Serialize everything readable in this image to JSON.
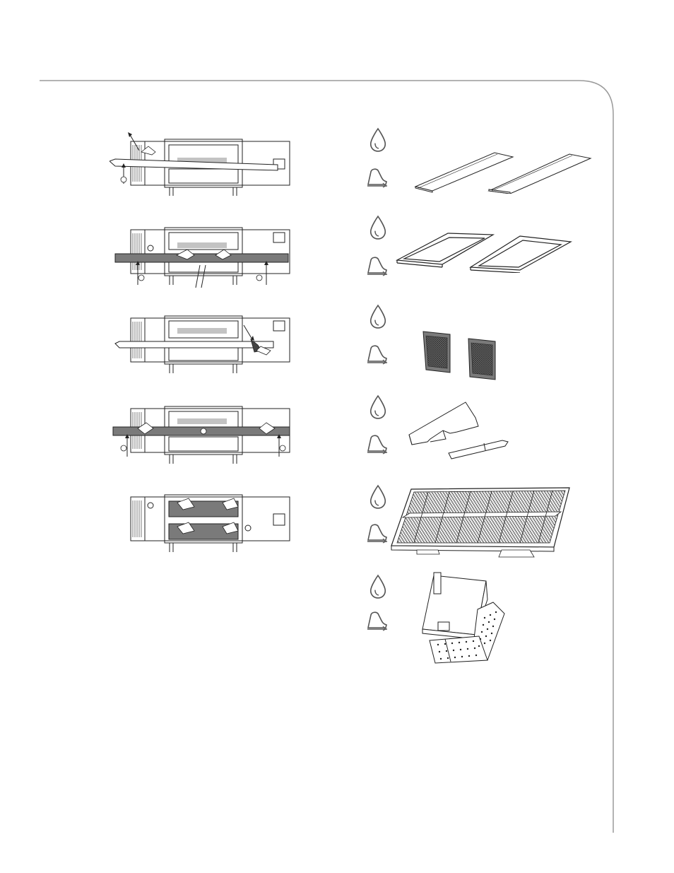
{
  "page": {
    "background": "#ffffff",
    "frame_color": "#9a9a9a",
    "line_color": "#222222",
    "fill_dark": "#6e6e6e"
  },
  "icons": {
    "water": "water-drop-icon",
    "hand": "hand-wipe-icon"
  },
  "steps": [
    {
      "oven": "oven-step-1",
      "part": "crumb-trays"
    },
    {
      "oven": "oven-step-2",
      "part": "conveyor-trays"
    },
    {
      "oven": "oven-step-3",
      "part": "air-filters"
    },
    {
      "oven": "oven-step-4",
      "part": "side-panels"
    },
    {
      "oven": "oven-step-5",
      "part": "finger-panels"
    },
    {
      "oven": "oven-step-6",
      "part": "nozzle-assembly"
    }
  ]
}
